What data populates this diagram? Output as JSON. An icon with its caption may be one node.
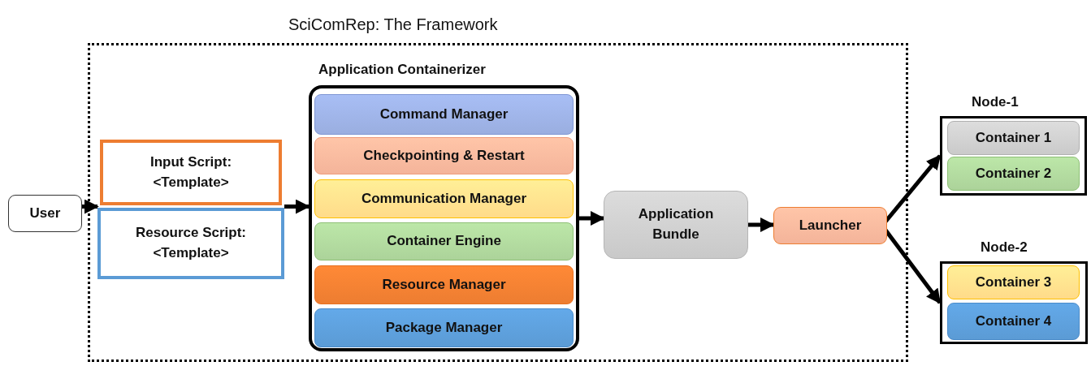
{
  "diagram": {
    "title": "SciComRep: The Framework",
    "nodes": [
      {
        "text": [],
        "shape": "box"
      },
      {
        "text": [
          "User"
        ]
      },
      {
        "text": [
          "Input Script: <Template>"
        ],
        "in": 0
      },
      {
        "text": [
          "Resource Script: <Template>"
        ],
        "in": 0
      },
      {
        "text": [
          "Application Containerizer"
        ],
        "in": 0
      },
      {
        "text": [
          "Command Manager"
        ],
        "in": 4
      },
      {
        "text": [
          "Checkpointing & Restart"
        ],
        "in": 4
      },
      {
        "text": [
          "Communication Manager"
        ],
        "in": 4
      },
      {
        "text": [
          "Container Engine"
        ],
        "in": 4
      },
      {
        "text": [
          "Resource Manager"
        ],
        "in": 4
      },
      {
        "text": [
          "Package Manager"
        ],
        "in": 4
      },
      {
        "text": [
          "Application Bundle"
        ],
        "in": 0
      },
      {
        "text": [
          "Launcher"
        ],
        "in": 0
      },
      {
        "text": [
          "Node-1"
        ]
      },
      {
        "text": [
          "Container 1"
        ],
        "in": 13
      },
      {
        "text": [
          "Container 2"
        ],
        "in": 13
      },
      {
        "text": [
          "Node-2"
        ]
      },
      {
        "text": [
          "Container 3"
        ],
        "in": 16
      },
      {
        "text": [
          "Container 4"
        ],
        "in": 16
      }
    ],
    "edges": [
      {
        "from": 1,
        "to": 2,
        "arrow": "to"
      },
      {
        "from": 1,
        "to": 3,
        "arrow": "to"
      },
      {
        "from": 2,
        "to": 4,
        "arrow": "to"
      },
      {
        "from": 3,
        "to": 4,
        "arrow": "to"
      },
      {
        "from": 4,
        "to": 11,
        "arrow": "to"
      },
      {
        "from": 11,
        "to": 12,
        "arrow": "to"
      },
      {
        "from": 12,
        "to": 13,
        "arrow": "to"
      },
      {
        "from": 12,
        "to": 16,
        "arrow": "to"
      }
    ]
  }
}
